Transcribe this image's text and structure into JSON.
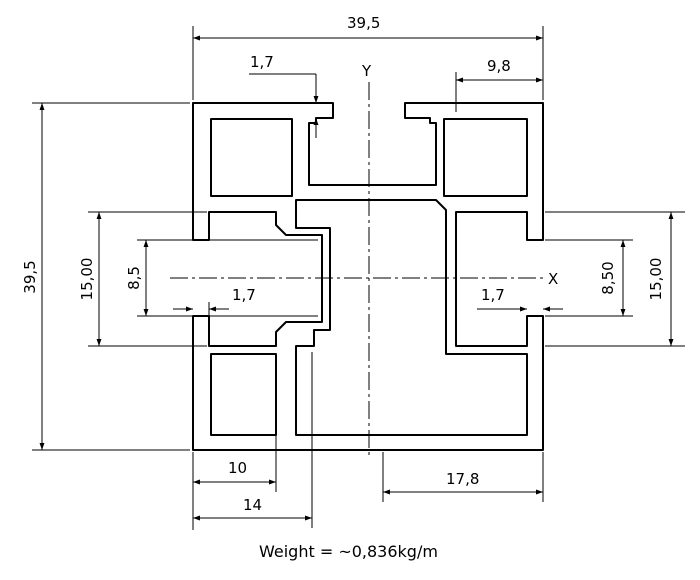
{
  "dimensions": {
    "overall_width": "39,5",
    "overall_height": "39,5",
    "wall_top": "1,7",
    "right_offset": "9,8",
    "slot_height_left": "15,00",
    "slot_height_right": "15,00",
    "slot_inner_left": "8,5",
    "slot_inner_right": "8,50",
    "wall_left": "1,7",
    "wall_right": "1,7",
    "bottom_10": "10",
    "bottom_14": "14",
    "bottom_right": "17,8"
  },
  "axes": {
    "y_label": "Y",
    "x_label": "X"
  },
  "caption": "Weight = ~0,836kg/m"
}
